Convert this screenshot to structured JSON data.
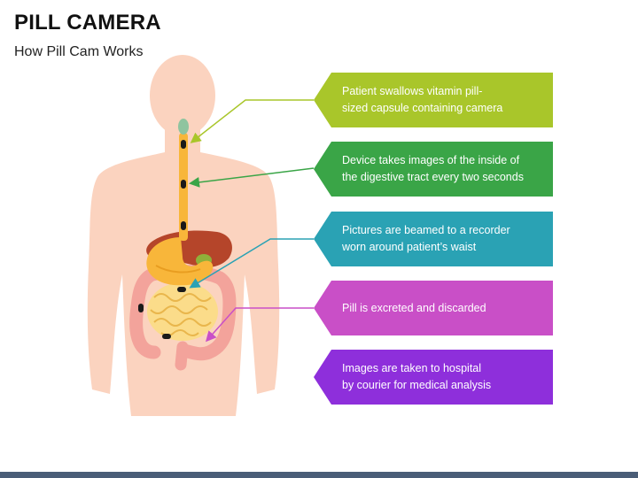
{
  "header": {
    "title": "PILL CAMERA",
    "subtitle": "How Pill Cam Works"
  },
  "steps": [
    {
      "text": "Patient swallows vitamin pill-\nsized capsule containing camera",
      "color": "#a9c62a"
    },
    {
      "text": "Device takes images of the inside of\nthe digestive tract every two seconds",
      "color": "#3aa547"
    },
    {
      "text": "Pictures are beamed to a recorder\nworn around patient’s waist",
      "color": "#2aa2b4"
    },
    {
      "text": "Pill is excreted and discarded",
      "color": "#c94fc7"
    },
    {
      "text": "Images are taken to hospital\nby courier for medical analysis",
      "color": "#8e2fdb"
    }
  ]
}
